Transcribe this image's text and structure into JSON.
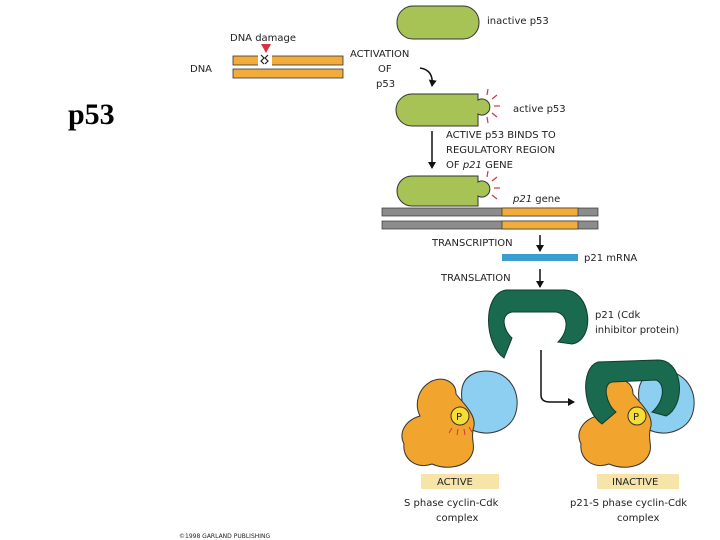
{
  "slide": {
    "title": "p53"
  },
  "diagram": {
    "dna_damage": "DNA damage",
    "dna": "DNA",
    "activation_line1": "ACTIVATION",
    "activation_line2": "OF",
    "activation_line3": "p53",
    "inactive_p53": "inactive p53",
    "active_p53": "active p53",
    "binds_line1": "ACTIVE p53 BINDS TO",
    "binds_line2": "REGULATORY REGION",
    "binds_line3_prefix": "OF ",
    "binds_line3_italic": "p21",
    "binds_line3_suffix": " GENE",
    "p21_gene_italic": "p21",
    "p21_gene_suffix": " gene",
    "transcription": "TRANSCRIPTION",
    "p21_mrna": "p21 mRNA",
    "translation": "TRANSLATION",
    "p21_protein_line1": "p21 (Cdk",
    "p21_protein_line2": "inhibitor protein)",
    "phospho_left": "P",
    "phospho_right": "P",
    "active_badge": "ACTIVE",
    "inactive_badge": "INACTIVE",
    "active_caption_line1": "S phase cyclin-Cdk",
    "active_caption_line2": "complex",
    "inactive_caption_line1": "p21-S phase cyclin-Cdk",
    "inactive_caption_line2": "complex",
    "copyright": "©1998 GARLAND PUBLISHING"
  },
  "colors": {
    "p53_green": "#a7c356",
    "dna_orange": "#f2ac3c",
    "dna_gray": "#8c8c8c",
    "mrna_blue": "#3a9fd0",
    "p21_teal": "#1a6a50",
    "cyclin_blue": "#8ccff0",
    "cdk_orange": "#f2a52e",
    "damage_red": "#d43545",
    "phospho_yellow": "#f5dd35",
    "badge_fill": "#f6e4a8"
  }
}
